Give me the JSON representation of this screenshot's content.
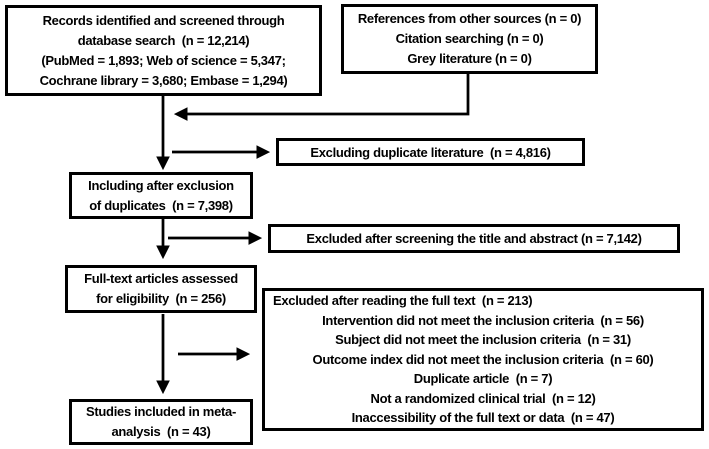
{
  "diagram": {
    "title": "PRISMA study selection flow diagram",
    "colors": {
      "ink": "#000000",
      "paper": "#ffffff"
    },
    "boxes": {
      "records": {
        "lines": [
          "Records identified and screened through",
          "database search  (n = 12,214)",
          "(PubMed = 1,893; Web of science = 5,347;",
          "Cochrane library = 3,680; Embase = 1,294)"
        ]
      },
      "other_sources": {
        "lines": [
          "References from other sources (n = 0)",
          "Citation searching (n = 0)",
          "Grey literature (n = 0)"
        ]
      },
      "duplicates_excluded": {
        "lines": [
          "Excluding duplicate literature  (n = 4,816)"
        ]
      },
      "after_dedup": {
        "lines": [
          "Including after exclusion",
          "of duplicates  (n = 7,398)"
        ]
      },
      "title_abstract_excluded": {
        "lines": [
          "Excluded after screening the title and abstract (n = 7,142)"
        ]
      },
      "fulltext_assessed": {
        "lines": [
          "Full-text articles assessed",
          "for eligibility  (n = 256)"
        ]
      },
      "fulltext_excluded": {
        "lines": [
          "Excluded after reading the full text  (n = 213)",
          "Intervention did not meet the inclusion criteria  (n = 56)",
          "Subject did not meet the inclusion criteria  (n = 31)",
          "Outcome index did not meet the inclusion criteria  (n = 60)",
          "Duplicate article  (n = 7)",
          "Not a randomized clinical trial  (n = 12)",
          "Inaccessibility of the full text or data  (n = 47)"
        ]
      },
      "included": {
        "lines": [
          "Studies included in meta-",
          "analysis  (n = 43)"
        ]
      }
    }
  }
}
